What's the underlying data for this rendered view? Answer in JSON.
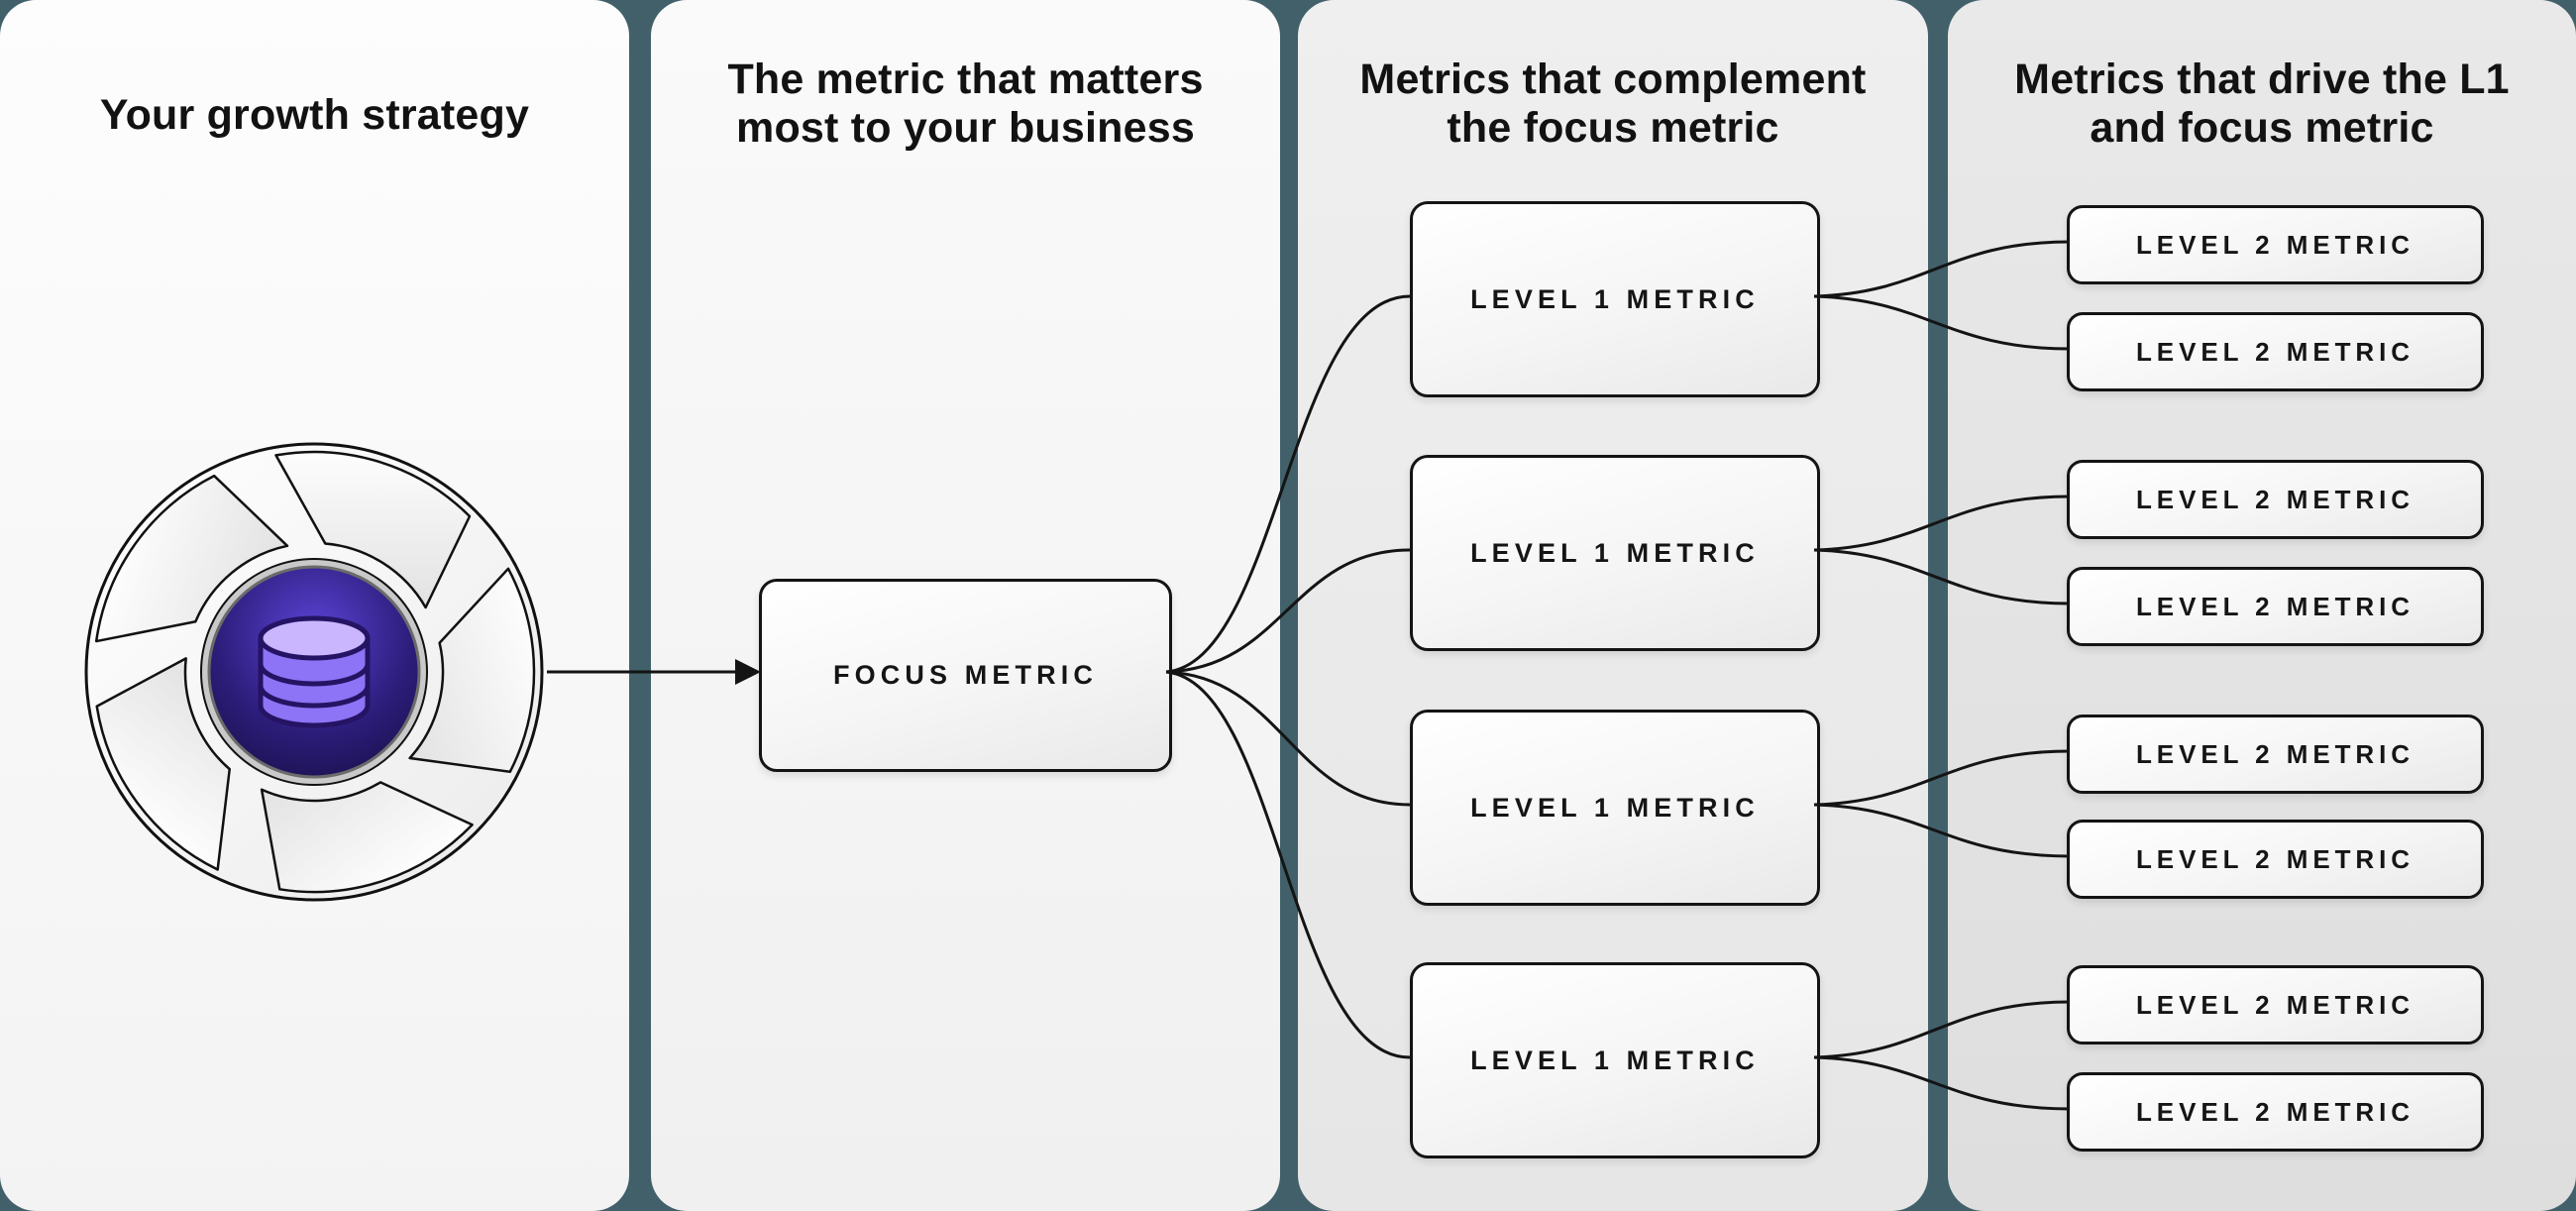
{
  "panels": [
    {
      "title_lines": [
        "Your growth strategy"
      ]
    },
    {
      "title_lines": [
        "The metric that matters",
        "most to your business"
      ]
    },
    {
      "title_lines": [
        "Metrics that complement",
        "the focus metric"
      ]
    },
    {
      "title_lines": [
        "Metrics that drive the L1",
        "and focus metric"
      ]
    }
  ],
  "boxes": {
    "focus": "FOCUS METRIC",
    "level1": [
      "LEVEL 1 METRIC",
      "LEVEL 1 METRIC",
      "LEVEL 1 METRIC",
      "LEVEL 1 METRIC"
    ],
    "level2": [
      "LEVEL 2 METRIC",
      "LEVEL 2 METRIC",
      "LEVEL 2 METRIC",
      "LEVEL 2 METRIC",
      "LEVEL 2 METRIC",
      "LEVEL 2 METRIC",
      "LEVEL 2 METRIC",
      "LEVEL 2 METRIC"
    ]
  },
  "icons": {
    "flywheel": "flywheel-icon",
    "database": "database-icon",
    "arrow": "arrow-icon"
  },
  "colors": {
    "background": "#41606a",
    "box_border": "#141414",
    "line": "#141414",
    "core_dark": "#1a1048",
    "accent_purple": "#8d73f5",
    "accent_purple_light": "#c9b6ff"
  }
}
